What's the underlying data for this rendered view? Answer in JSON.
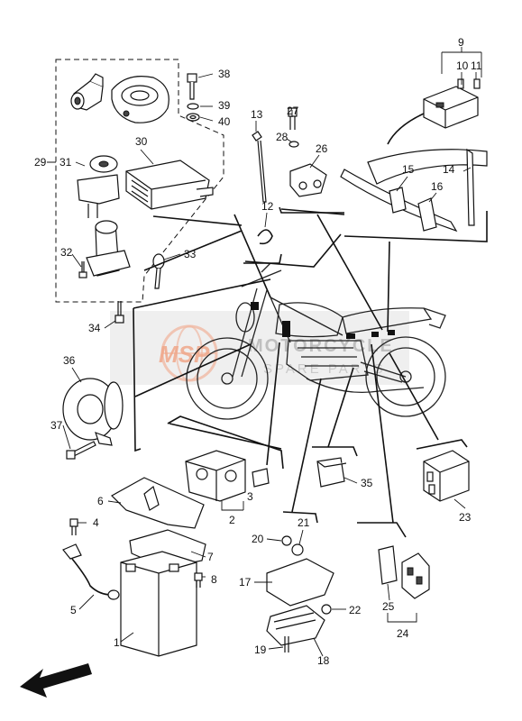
{
  "diagram": {
    "part_numbers": [
      "1",
      "2",
      "3",
      "4",
      "5",
      "6",
      "7",
      "8",
      "9",
      "10",
      "11",
      "12",
      "13",
      "14",
      "15",
      "16",
      "17",
      "18",
      "19",
      "20",
      "21",
      "22",
      "23",
      "24",
      "25",
      "26",
      "27",
      "28",
      "29",
      "30",
      "31",
      "32",
      "33",
      "34",
      "35",
      "36",
      "37",
      "38",
      "39",
      "40"
    ],
    "watermark": {
      "logo": "MSP",
      "line1": "MOTORCYCLE",
      "line2": "SPARE PARTS"
    },
    "direction_arrow": "front-arrow-icon"
  }
}
